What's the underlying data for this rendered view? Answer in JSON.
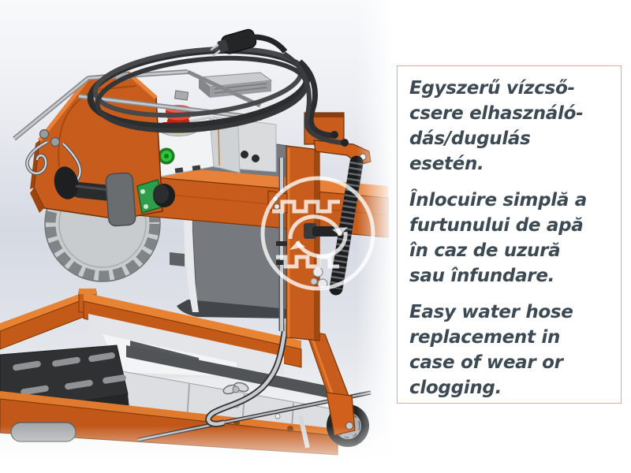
{
  "panel": {
    "border_color": "#EAA48F",
    "text_color": "#3D4A53",
    "paragraphs": [
      {
        "lang": "hu",
        "text": "Egyszerű vízcső-\ncsere elhasználó-\ndás/dugulás\nesetén."
      },
      {
        "lang": "ro",
        "text": "Înlocuire simplă a\nfurtunului de apă\nîn caz de uzură\nsau înfundare."
      },
      {
        "lang": "en",
        "text": "Easy water hose\nreplacement in\ncase of wear or\nclogging."
      }
    ]
  },
  "illustration": {
    "description": "3D CAD render of an orange masonry table saw with water hose system",
    "watermark_icon": "circular-arrows-watermark-icon",
    "colors": {
      "orange": "#C85C1C",
      "orange_light": "#E8813A",
      "orange_dark": "#9C4511",
      "outline": "#6B3006",
      "blade_gray": "#C9CCCE",
      "housing_gray": "#76797D",
      "cable_black": "#2C2D2F",
      "estop_red": "#D42A22",
      "indicator_green": "#2EC53A",
      "indicator_red": "#D42A22",
      "ring_yellow": "#C3CB3A",
      "background_top": "#F8F9FB",
      "background_mid": "#D2D6E0"
    }
  }
}
